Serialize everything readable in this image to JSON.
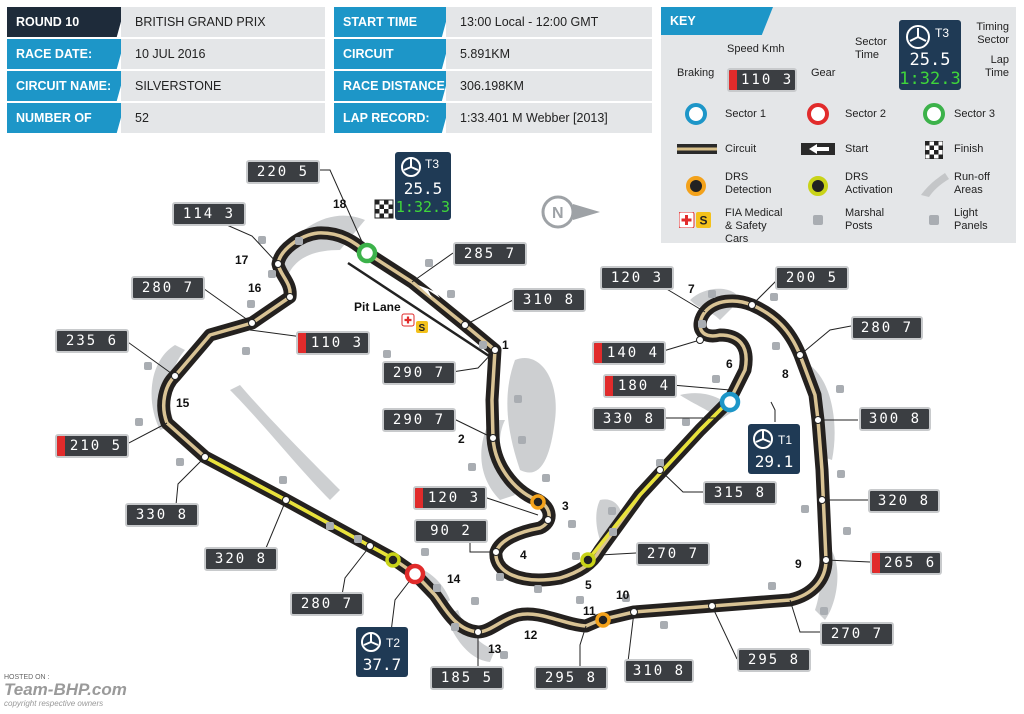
{
  "info": {
    "round": {
      "label": "ROUND 10",
      "value": "BRITISH GRAND PRIX"
    },
    "race_date": {
      "label": "RACE DATE:",
      "value": "10 JUL 2016"
    },
    "circuit_name": {
      "label": "CIRCUIT NAME:",
      "value": "SILVERSTONE"
    },
    "laps": {
      "label": "NUMBER OF LAPS:",
      "value": "52"
    },
    "start_time": {
      "label": "START TIME",
      "value": "13:00 Local - 12:00 GMT"
    },
    "circuit_length": {
      "label": "CIRCUIT LENGTH:",
      "value": "5.891KM"
    },
    "race_distance": {
      "label": "RACE DISTANCE:",
      "value": "306.198KM"
    },
    "lap_record": {
      "label": "LAP RECORD:",
      "value": "1:33.401 M Webber [2013]"
    }
  },
  "key": {
    "title": "KEY",
    "speed_kmh": "Speed Kmh",
    "braking": "Braking",
    "gear": "Gear",
    "example_speed": "110",
    "example_gear": "3",
    "sector_time": "Sector Time",
    "timing_sector": "Timing Sector",
    "lap_time": "Lap Time",
    "example_tag": "T3",
    "example_sector_time": "25.5",
    "example_lap_time": "1:32.3",
    "sector1": "Sector 1",
    "sector2": "Sector 2",
    "sector3": "Sector 3",
    "circuit": "Circuit",
    "start": "Start",
    "finish": "Finish",
    "drs_detection": "DRS Detection",
    "drs_activation": "DRS Activation",
    "runoff": "Run-off Areas",
    "fia_medical": "FIA Medical & Safety Cars",
    "marshal_posts": "Marshal Posts",
    "light_panels": "Light Panels",
    "colors": {
      "sector1": "#1d96c8",
      "sector2": "#e12b2b",
      "sector3": "#3cb24a",
      "drs_detection": "#f3a21b",
      "drs_activation": "#c9d318",
      "accent": "#1d96c8"
    }
  },
  "map": {
    "pit_lane": "Pit Lane",
    "compass": "N",
    "turns": [
      "1",
      "2",
      "3",
      "4",
      "5",
      "6",
      "7",
      "8",
      "9",
      "10",
      "11",
      "12",
      "13",
      "14",
      "15",
      "16",
      "17",
      "18"
    ],
    "speeds": [
      {
        "speed": "220",
        "gear": "5",
        "braking": false
      },
      {
        "speed": "114",
        "gear": "3",
        "braking": false
      },
      {
        "speed": "280",
        "gear": "7",
        "braking": false
      },
      {
        "speed": "110",
        "gear": "3",
        "braking": true
      },
      {
        "speed": "235",
        "gear": "6",
        "braking": false
      },
      {
        "speed": "210",
        "gear": "5",
        "braking": true
      },
      {
        "speed": "330",
        "gear": "8",
        "braking": false
      },
      {
        "speed": "320",
        "gear": "8",
        "braking": false
      },
      {
        "speed": "280",
        "gear": "7",
        "braking": false
      },
      {
        "speed": "285",
        "gear": "7",
        "braking": false
      },
      {
        "speed": "310",
        "gear": "8",
        "braking": false
      },
      {
        "speed": "290",
        "gear": "7",
        "braking": false
      },
      {
        "speed": "290",
        "gear": "7",
        "braking": false
      },
      {
        "speed": "120",
        "gear": "3",
        "braking": true
      },
      {
        "speed": "90",
        "gear": "2",
        "braking": false
      },
      {
        "speed": "270",
        "gear": "7",
        "braking": false
      },
      {
        "speed": "120",
        "gear": "3",
        "braking": false
      },
      {
        "speed": "140",
        "gear": "4",
        "braking": true
      },
      {
        "speed": "180",
        "gear": "4",
        "braking": true
      },
      {
        "speed": "330",
        "gear": "8",
        "braking": false
      },
      {
        "speed": "315",
        "gear": "8",
        "braking": false
      },
      {
        "speed": "200",
        "gear": "5",
        "braking": false
      },
      {
        "speed": "280",
        "gear": "7",
        "braking": false
      },
      {
        "speed": "300",
        "gear": "8",
        "braking": false
      },
      {
        "speed": "320",
        "gear": "8",
        "braking": false
      },
      {
        "speed": "265",
        "gear": "6",
        "braking": true
      },
      {
        "speed": "270",
        "gear": "7",
        "braking": false
      },
      {
        "speed": "295",
        "gear": "8",
        "braking": false
      },
      {
        "speed": "310",
        "gear": "8",
        "braking": false
      },
      {
        "speed": "295",
        "gear": "8",
        "braking": false
      },
      {
        "speed": "185",
        "gear": "5",
        "braking": false
      }
    ],
    "timing": [
      {
        "tag": "T3",
        "sector_time": "25.5",
        "lap_time": "1:32.3"
      },
      {
        "tag": "T1",
        "sector_time": "29.1"
      },
      {
        "tag": "T2",
        "sector_time": "37.7"
      }
    ]
  },
  "watermark": {
    "hosted_on": "HOSTED ON :",
    "brand": "Team-BHP.com",
    "copyright": "copyright respective owners"
  }
}
